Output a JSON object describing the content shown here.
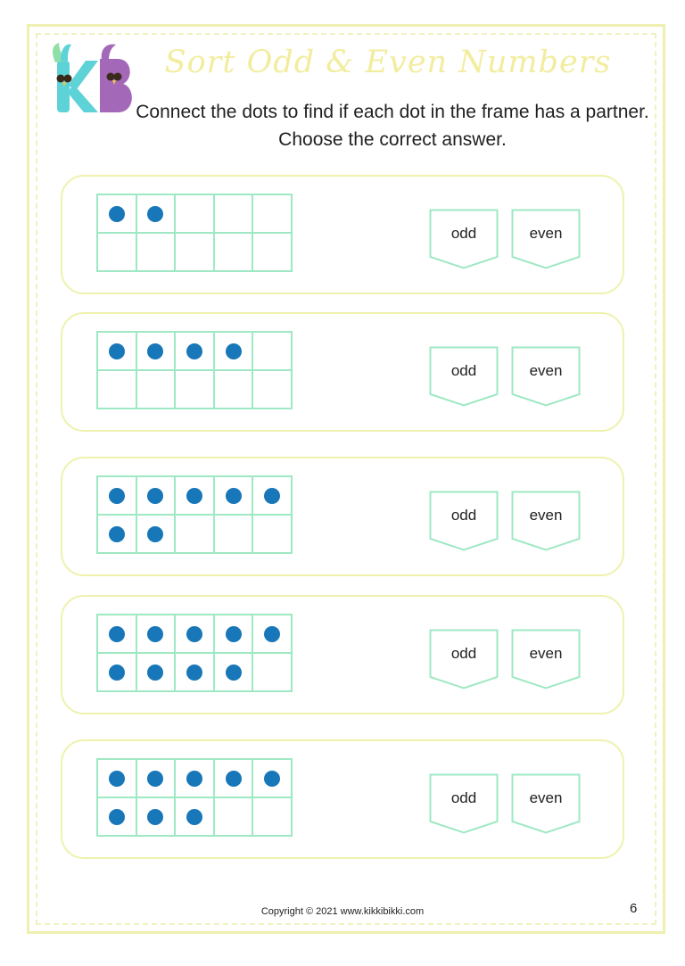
{
  "header": {
    "title": "Sort Odd & Even Numbers",
    "instructions": "Connect the dots to find if each dot in the frame has a partner. Choose the correct answer."
  },
  "logo": {
    "letter_left": "K",
    "letter_right": "B",
    "colors": {
      "k": "#5dd3d8",
      "b": "#a368b8"
    }
  },
  "rows": [
    {
      "dots": 2,
      "options": [
        "odd",
        "even"
      ]
    },
    {
      "dots": 4,
      "options": [
        "odd",
        "even"
      ]
    },
    {
      "dots": 7,
      "options": [
        "odd",
        "even"
      ]
    },
    {
      "dots": 9,
      "options": [
        "odd",
        "even"
      ]
    },
    {
      "dots": 8,
      "options": [
        "odd",
        "even"
      ]
    }
  ],
  "colors": {
    "dot": "#1877b8",
    "frame_line": "#9fe8c4",
    "card_border": "#eef2ad",
    "title": "#f2ed9e"
  },
  "footer": {
    "copyright": "Copyright © 2021 www.kikkibikki.com",
    "page_number": "6"
  }
}
